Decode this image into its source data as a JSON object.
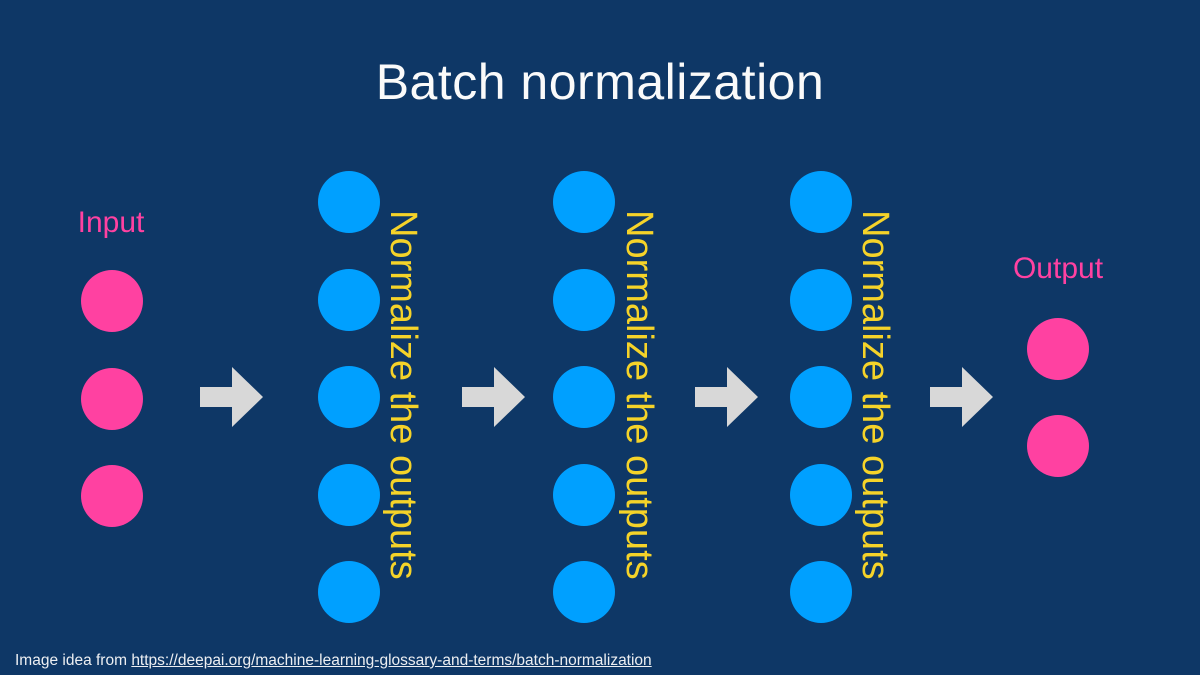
{
  "title": "Batch normalization",
  "colors": {
    "background": "#0E3766",
    "node_pink": "#FF41A1",
    "node_blue": "#00A0FF",
    "label_yellow": "#F5D329",
    "arrow_gray": "#D8D8D8",
    "title_white": "#FAFAFA",
    "footer_white": "#EDEFF2"
  },
  "input_layer": {
    "label": "Input",
    "node_count": 3
  },
  "hidden_layers": [
    {
      "label": "Normalize the outputs",
      "node_count": 5
    },
    {
      "label": "Normalize the outputs",
      "node_count": 5
    },
    {
      "label": "Normalize the outputs",
      "node_count": 5
    }
  ],
  "output_layer": {
    "label": "Output",
    "node_count": 2
  },
  "arrows": {
    "icon": "arrow-right",
    "count": 4
  },
  "footer": {
    "prefix": "Image idea from ",
    "link_text": "https://deepai.org/machine-learning-glossary-and-terms/batch-normalization"
  }
}
